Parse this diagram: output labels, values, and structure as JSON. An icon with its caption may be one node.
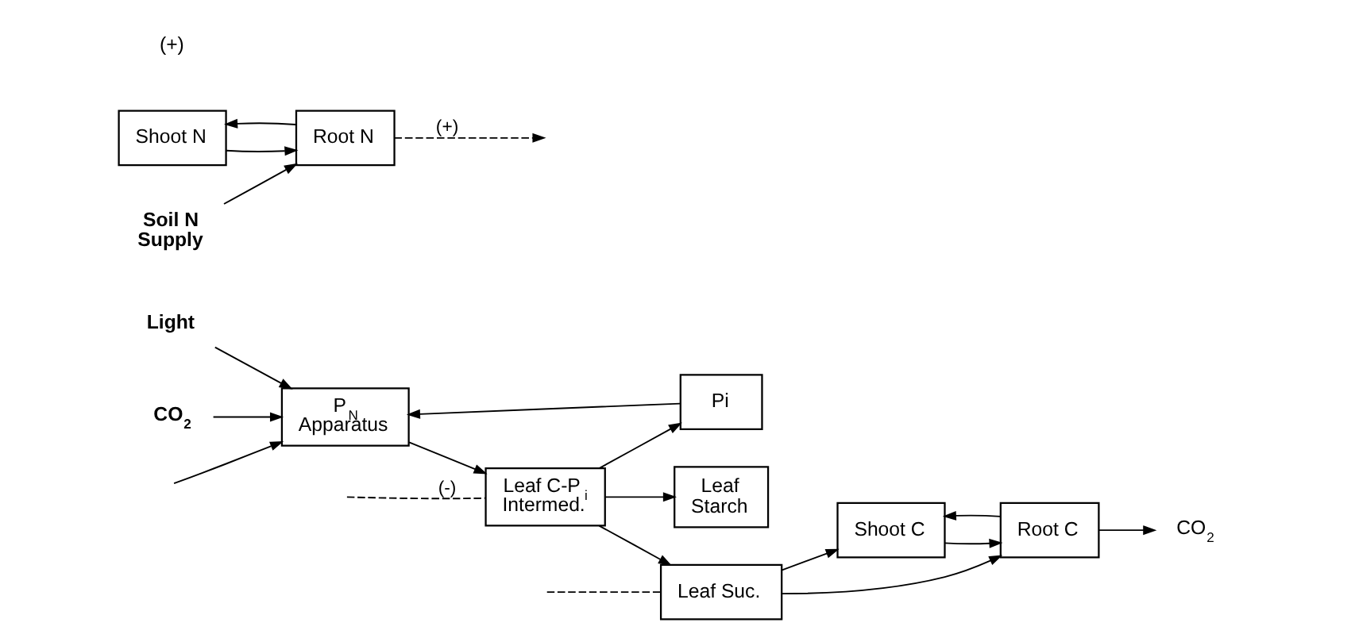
{
  "diagram": {
    "nodes": [
      {
        "text": [
          "Light"
        ]
      },
      {
        "text": [
          "CO$_{2}$"
        ]
      },
      {
        "text": [
          "P$_{N}$ Apparatus"
        ]
      },
      {
        "text": [
          "Leaf C-P$_{i}$ Intermed."
        ]
      },
      {
        "text": [
          "Leaf Starch"
        ]
      },
      {
        "text": [
          "Leaf Suc."
        ]
      },
      {
        "text": [
          "Pi"
        ]
      },
      {
        "text": [
          "Shoot C"
        ]
      },
      {
        "text": [
          "Root C"
        ]
      },
      {
        "text": [
          "Shoot N"
        ]
      },
      {
        "text": [
          "Root N"
        ]
      },
      {
        "text": [
          "CO$_{2}$"
        ]
      },
      {
        "text": [
          "Soil N Supply"
        ]
      }
    ],
    "edges": [
      {
        "from": 0,
        "to": 2,
        "arrow": "to"
      },
      {
        "from": 1,
        "to": 2,
        "arrow": "to"
      },
      {
        "from": 2,
        "to": 3,
        "arrow": "to"
      },
      {
        "from": 3,
        "to": 5,
        "arrow": "to"
      },
      {
        "from": 3,
        "to": 4,
        "arrow": "to"
      },
      {
        "from": 3,
        "to": 6,
        "arrow": "to"
      },
      {
        "from": 6,
        "to": 2,
        "arrow": "to"
      },
      {
        "from": 5,
        "to": 7,
        "arrow": "to"
      },
      {
        "from": 5,
        "to": 8,
        "arrow": "to"
      },
      {
        "from": 7,
        "to": 8,
        "arrow": "to"
      },
      {
        "from": 8,
        "to": 7,
        "arrow": "to"
      },
      {
        "from": 9,
        "to": 10,
        "arrow": "to"
      },
      {
        "from": 10,
        "to": 9,
        "arrow": "to"
      },
      {
        "from": 8,
        "to": 11,
        "arrow": "to"
      },
      {
        "from": 12,
        "to": 10,
        "arrow": "to"
      },
      {
        "from": null,
        "to": 2,
        "arrow": "to"
      },
      {
        "from": null,
        "to": 3,
        "arrow": "none",
        "style": "dashed",
        "label": "(-)"
      },
      {
        "from": null,
        "to": 5,
        "arrow": "none",
        "style": "dashed"
      },
      {
        "from": 10,
        "to": null,
        "arrow": "to",
        "style": "dashed",
        "label": "(+)"
      }
    ],
    "labels": [
      "(+)"
    ]
  }
}
